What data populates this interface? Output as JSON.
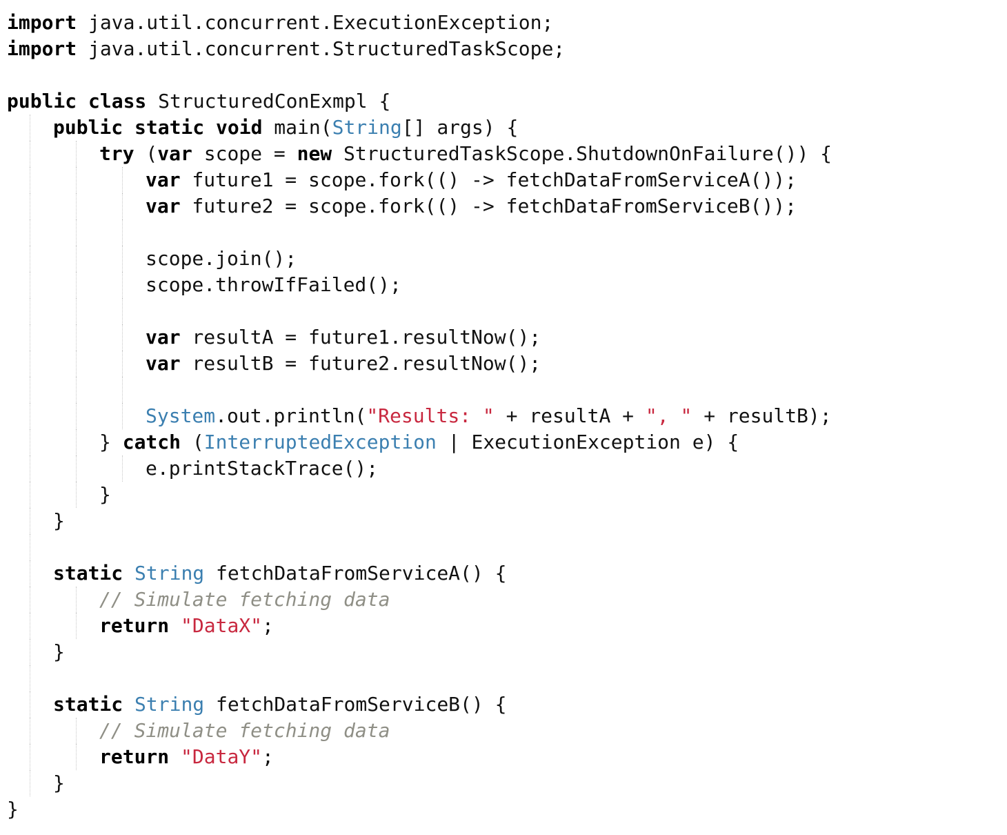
{
  "editor": {
    "language": "java",
    "colors": {
      "keyword": "#000000",
      "type": "#3b7fb0",
      "string": "#c8283f",
      "comment": "#8f8f86",
      "text": "#111111",
      "background": "#ffffff",
      "indent_guide": "#c6c6c6"
    },
    "lines": [
      {
        "indent": 0,
        "tokens": [
          {
            "t": "kw",
            "v": "import"
          },
          {
            "t": "plain",
            "v": " java.util.concurrent.ExecutionException;"
          }
        ]
      },
      {
        "indent": 0,
        "tokens": [
          {
            "t": "kw",
            "v": "import"
          },
          {
            "t": "plain",
            "v": " java.util.concurrent.StructuredTaskScope;"
          }
        ]
      },
      {
        "indent": 0,
        "tokens": []
      },
      {
        "indent": 0,
        "tokens": [
          {
            "t": "kw",
            "v": "public class"
          },
          {
            "t": "plain",
            "v": " StructuredConExmpl {"
          }
        ]
      },
      {
        "indent": 1,
        "tokens": [
          {
            "t": "kw",
            "v": "public static void"
          },
          {
            "t": "plain",
            "v": " main("
          },
          {
            "t": "type",
            "v": "String"
          },
          {
            "t": "plain",
            "v": "[] args) {"
          }
        ]
      },
      {
        "indent": 2,
        "tokens": [
          {
            "t": "kw",
            "v": "try"
          },
          {
            "t": "plain",
            "v": " ("
          },
          {
            "t": "kw",
            "v": "var"
          },
          {
            "t": "plain",
            "v": " scope = "
          },
          {
            "t": "kw",
            "v": "new"
          },
          {
            "t": "plain",
            "v": " StructuredTaskScope.ShutdownOnFailure()) {"
          }
        ]
      },
      {
        "indent": 3,
        "tokens": [
          {
            "t": "kw",
            "v": "var"
          },
          {
            "t": "plain",
            "v": " future1 = scope.fork(() -> fetchDataFromServiceA());"
          }
        ]
      },
      {
        "indent": 3,
        "tokens": [
          {
            "t": "kw",
            "v": "var"
          },
          {
            "t": "plain",
            "v": " future2 = scope.fork(() -> fetchDataFromServiceB());"
          }
        ]
      },
      {
        "indent": 3,
        "tokens": []
      },
      {
        "indent": 3,
        "tokens": [
          {
            "t": "plain",
            "v": "scope.join();"
          }
        ]
      },
      {
        "indent": 3,
        "tokens": [
          {
            "t": "plain",
            "v": "scope.throwIfFailed();"
          }
        ]
      },
      {
        "indent": 3,
        "tokens": []
      },
      {
        "indent": 3,
        "tokens": [
          {
            "t": "kw",
            "v": "var"
          },
          {
            "t": "plain",
            "v": " resultA = future1.resultNow();"
          }
        ]
      },
      {
        "indent": 3,
        "tokens": [
          {
            "t": "kw",
            "v": "var"
          },
          {
            "t": "plain",
            "v": " resultB = future2.resultNow();"
          }
        ]
      },
      {
        "indent": 3,
        "tokens": []
      },
      {
        "indent": 3,
        "tokens": [
          {
            "t": "type",
            "v": "System"
          },
          {
            "t": "plain",
            "v": ".out.println("
          },
          {
            "t": "str",
            "v": "\"Results: \""
          },
          {
            "t": "plain",
            "v": " + resultA + "
          },
          {
            "t": "str",
            "v": "\", \""
          },
          {
            "t": "plain",
            "v": " + resultB);"
          }
        ]
      },
      {
        "indent": 2,
        "tokens": [
          {
            "t": "plain",
            "v": "} "
          },
          {
            "t": "kw",
            "v": "catch"
          },
          {
            "t": "plain",
            "v": " ("
          },
          {
            "t": "type",
            "v": "InterruptedException"
          },
          {
            "t": "plain",
            "v": " | ExecutionException e) {"
          }
        ]
      },
      {
        "indent": 3,
        "tokens": [
          {
            "t": "plain",
            "v": "e.printStackTrace();"
          }
        ]
      },
      {
        "indent": 2,
        "tokens": [
          {
            "t": "plain",
            "v": "}"
          }
        ]
      },
      {
        "indent": 1,
        "tokens": [
          {
            "t": "plain",
            "v": "}"
          }
        ]
      },
      {
        "indent": 1,
        "tokens": []
      },
      {
        "indent": 1,
        "tokens": [
          {
            "t": "kw",
            "v": "static"
          },
          {
            "t": "plain",
            "v": " "
          },
          {
            "t": "type",
            "v": "String"
          },
          {
            "t": "plain",
            "v": " fetchDataFromServiceA() {"
          }
        ]
      },
      {
        "indent": 2,
        "tokens": [
          {
            "t": "com",
            "v": "// Simulate fetching data"
          }
        ]
      },
      {
        "indent": 2,
        "tokens": [
          {
            "t": "kw",
            "v": "return"
          },
          {
            "t": "plain",
            "v": " "
          },
          {
            "t": "str",
            "v": "\"DataX\""
          },
          {
            "t": "plain",
            "v": ";"
          }
        ]
      },
      {
        "indent": 1,
        "tokens": [
          {
            "t": "plain",
            "v": "}"
          }
        ]
      },
      {
        "indent": 1,
        "tokens": []
      },
      {
        "indent": 1,
        "tokens": [
          {
            "t": "kw",
            "v": "static"
          },
          {
            "t": "plain",
            "v": " "
          },
          {
            "t": "type",
            "v": "String"
          },
          {
            "t": "plain",
            "v": " fetchDataFromServiceB() {"
          }
        ]
      },
      {
        "indent": 2,
        "tokens": [
          {
            "t": "com",
            "v": "// Simulate fetching data"
          }
        ]
      },
      {
        "indent": 2,
        "tokens": [
          {
            "t": "kw",
            "v": "return"
          },
          {
            "t": "plain",
            "v": " "
          },
          {
            "t": "str",
            "v": "\"DataY\""
          },
          {
            "t": "plain",
            "v": ";"
          }
        ]
      },
      {
        "indent": 1,
        "tokens": [
          {
            "t": "plain",
            "v": "}"
          }
        ]
      },
      {
        "indent": 0,
        "tokens": [
          {
            "t": "plain",
            "v": "}"
          }
        ]
      }
    ]
  }
}
